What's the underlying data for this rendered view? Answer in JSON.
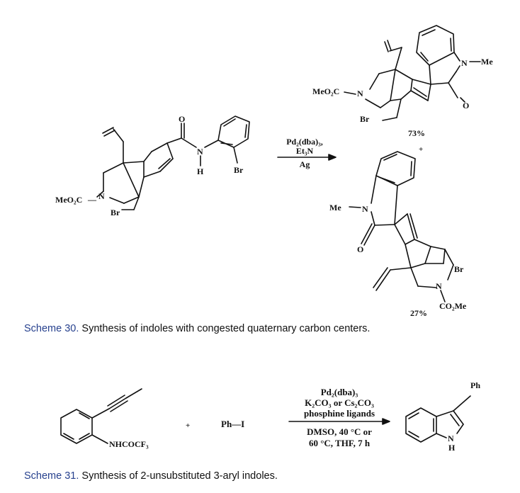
{
  "scheme30": {
    "caption_label": "Scheme 30.",
    "caption_text": "Synthesis of indoles with congested quaternary carbon centers.",
    "sm_labels": {
      "meo2c": "MeO₂C",
      "n": "N",
      "br": "Br",
      "o": "O",
      "amide_n": "N",
      "amide_h": "H",
      "aryl_br": "Br"
    },
    "conditions": {
      "line1": "Pd₂(dba)₃,",
      "line2": "Et₃N",
      "line3": "Ag"
    },
    "product1": {
      "meo2c": "MeO₂C",
      "n": "N",
      "br": "Br",
      "indole_n": "N",
      "me": "Me",
      "o": "O",
      "yield": "73%"
    },
    "plus": "+",
    "product2": {
      "me": "Me",
      "indole_n": "N",
      "o": "O",
      "br": "Br",
      "n": "N",
      "co2me": "CO₂Me",
      "yield": "27%"
    }
  },
  "scheme31": {
    "caption_label": "Scheme 31.",
    "caption_text": "Synthesis of 2-unsubstituted 3-aryl indoles.",
    "sm_label": "NHCOCF₃",
    "plus": "+",
    "reagent": "Ph—I",
    "conditions": {
      "line1": "Pd₂(dba)₃",
      "line2": "K₂CO₃ or Cs₂CO₃",
      "line3": "phosphine ligands",
      "line4": "DMSO, 40 °C or",
      "line5": "60 °C, THF, 7 h"
    },
    "product": {
      "ph": "Ph",
      "n": "N",
      "h": "H"
    }
  }
}
